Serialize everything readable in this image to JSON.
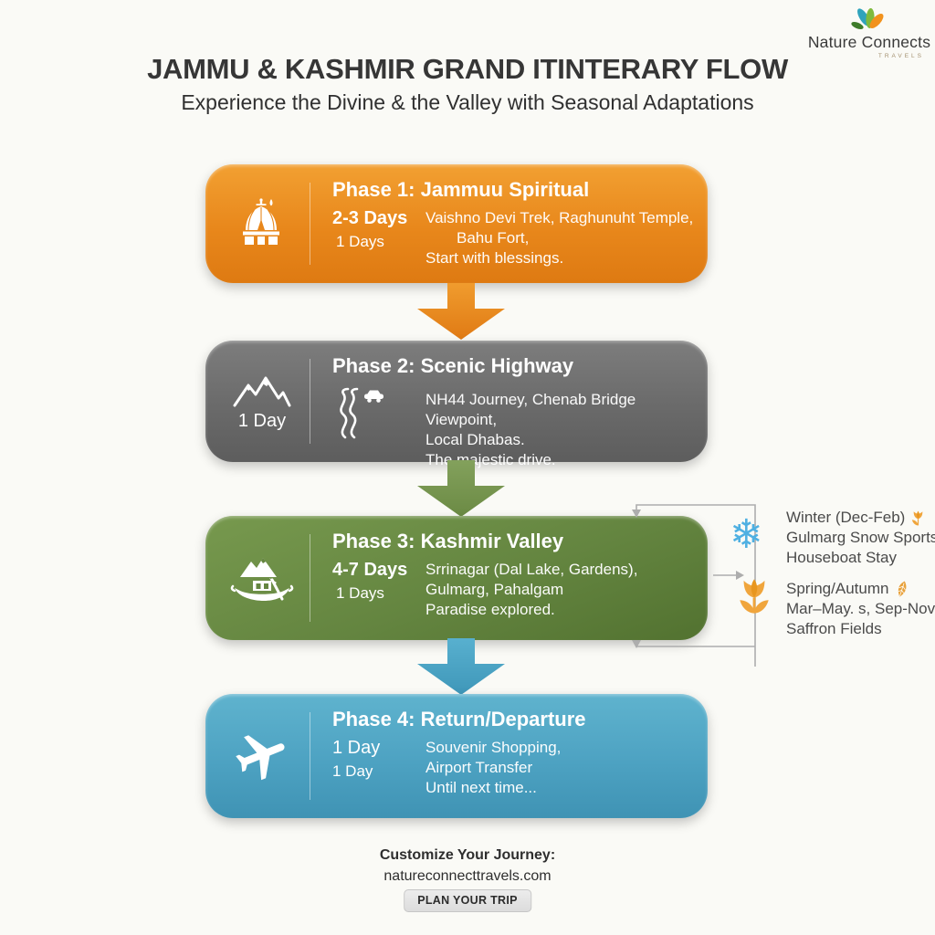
{
  "logo": {
    "name": "Nature Connects",
    "tagline": "TRAVELS"
  },
  "header": {
    "title": "JAMMU & KASHMIR GRAND ITINTERARY FLOW",
    "subtitle": "Experience the Divine & the Valley with Seasonal Adaptations"
  },
  "phases": [
    {
      "title": "Phase 1: Jammuu Spiritual",
      "icon": "temple-icon",
      "duration_primary": "2-3 Days",
      "duration_secondary": "1 Days",
      "lines": [
        "Vaishno Devi Trek, Raghunuht Temple,",
        "Bahu Fort,",
        "Start with blessings."
      ],
      "color": "#e8871b"
    },
    {
      "title": "Phase 2: Scenic Highway",
      "icon": "mountains-icon, winding-road-icon",
      "duration_primary": "1 Day",
      "duration_secondary": "",
      "lines": [
        "NH44 Journey, Chenab Bridge Viewpoint,",
        "Local Dhabas.",
        "The majestic drive."
      ],
      "color": "#6a6a6a"
    },
    {
      "title": "Phase 3: Kashmir Valley",
      "icon": "mountains-houseboat-icon",
      "duration_primary": "4-7 Days",
      "duration_secondary": "1 Days",
      "lines": [
        "Srrinagar (Dal Lake, Gardens),",
        "Gulmarg, Pahalgam",
        "Paradise explored."
      ],
      "color": "#648540"
    },
    {
      "title": "Phase 4: Return/Departure",
      "icon": "airplane-icon",
      "duration_primary": "1 Day",
      "duration_secondary": "1 Day",
      "lines": [
        "Souvenir Shopping,",
        "Airport Transfer",
        "Until next time..."
      ],
      "color": "#4da2c2"
    }
  ],
  "seasonal": {
    "winter": {
      "icon": "snowflake-icon",
      "title": "Winter (Dec-Feb)",
      "lines": [
        "Gulmarg Snow Sports",
        "Houseboat Stay"
      ]
    },
    "spring": {
      "icon": "tulip-icon",
      "title": "Spring/Autumn",
      "lines": [
        "Mar–May. s, Sep-Nov",
        "Saffron Fields"
      ]
    }
  },
  "footer": {
    "cta_heading": "Customize Your Journey:",
    "website": "natureconnecttravels.com",
    "button_label": "PLAN YOUR TRIP"
  },
  "colors": {
    "background": "#fafaf6",
    "phase1_orange": "#e8871b",
    "phase2_gray": "#6a6a6a",
    "phase3_green": "#648540",
    "phase4_blue": "#4da2c2",
    "arrow_orange": "#e8861f",
    "arrow_green": "#75944b",
    "arrow_blue": "#4aa5c5",
    "snowflake_blue": "#4fb0e2",
    "tulip_orange": "#f0a53c",
    "text_dark": "#363636"
  }
}
